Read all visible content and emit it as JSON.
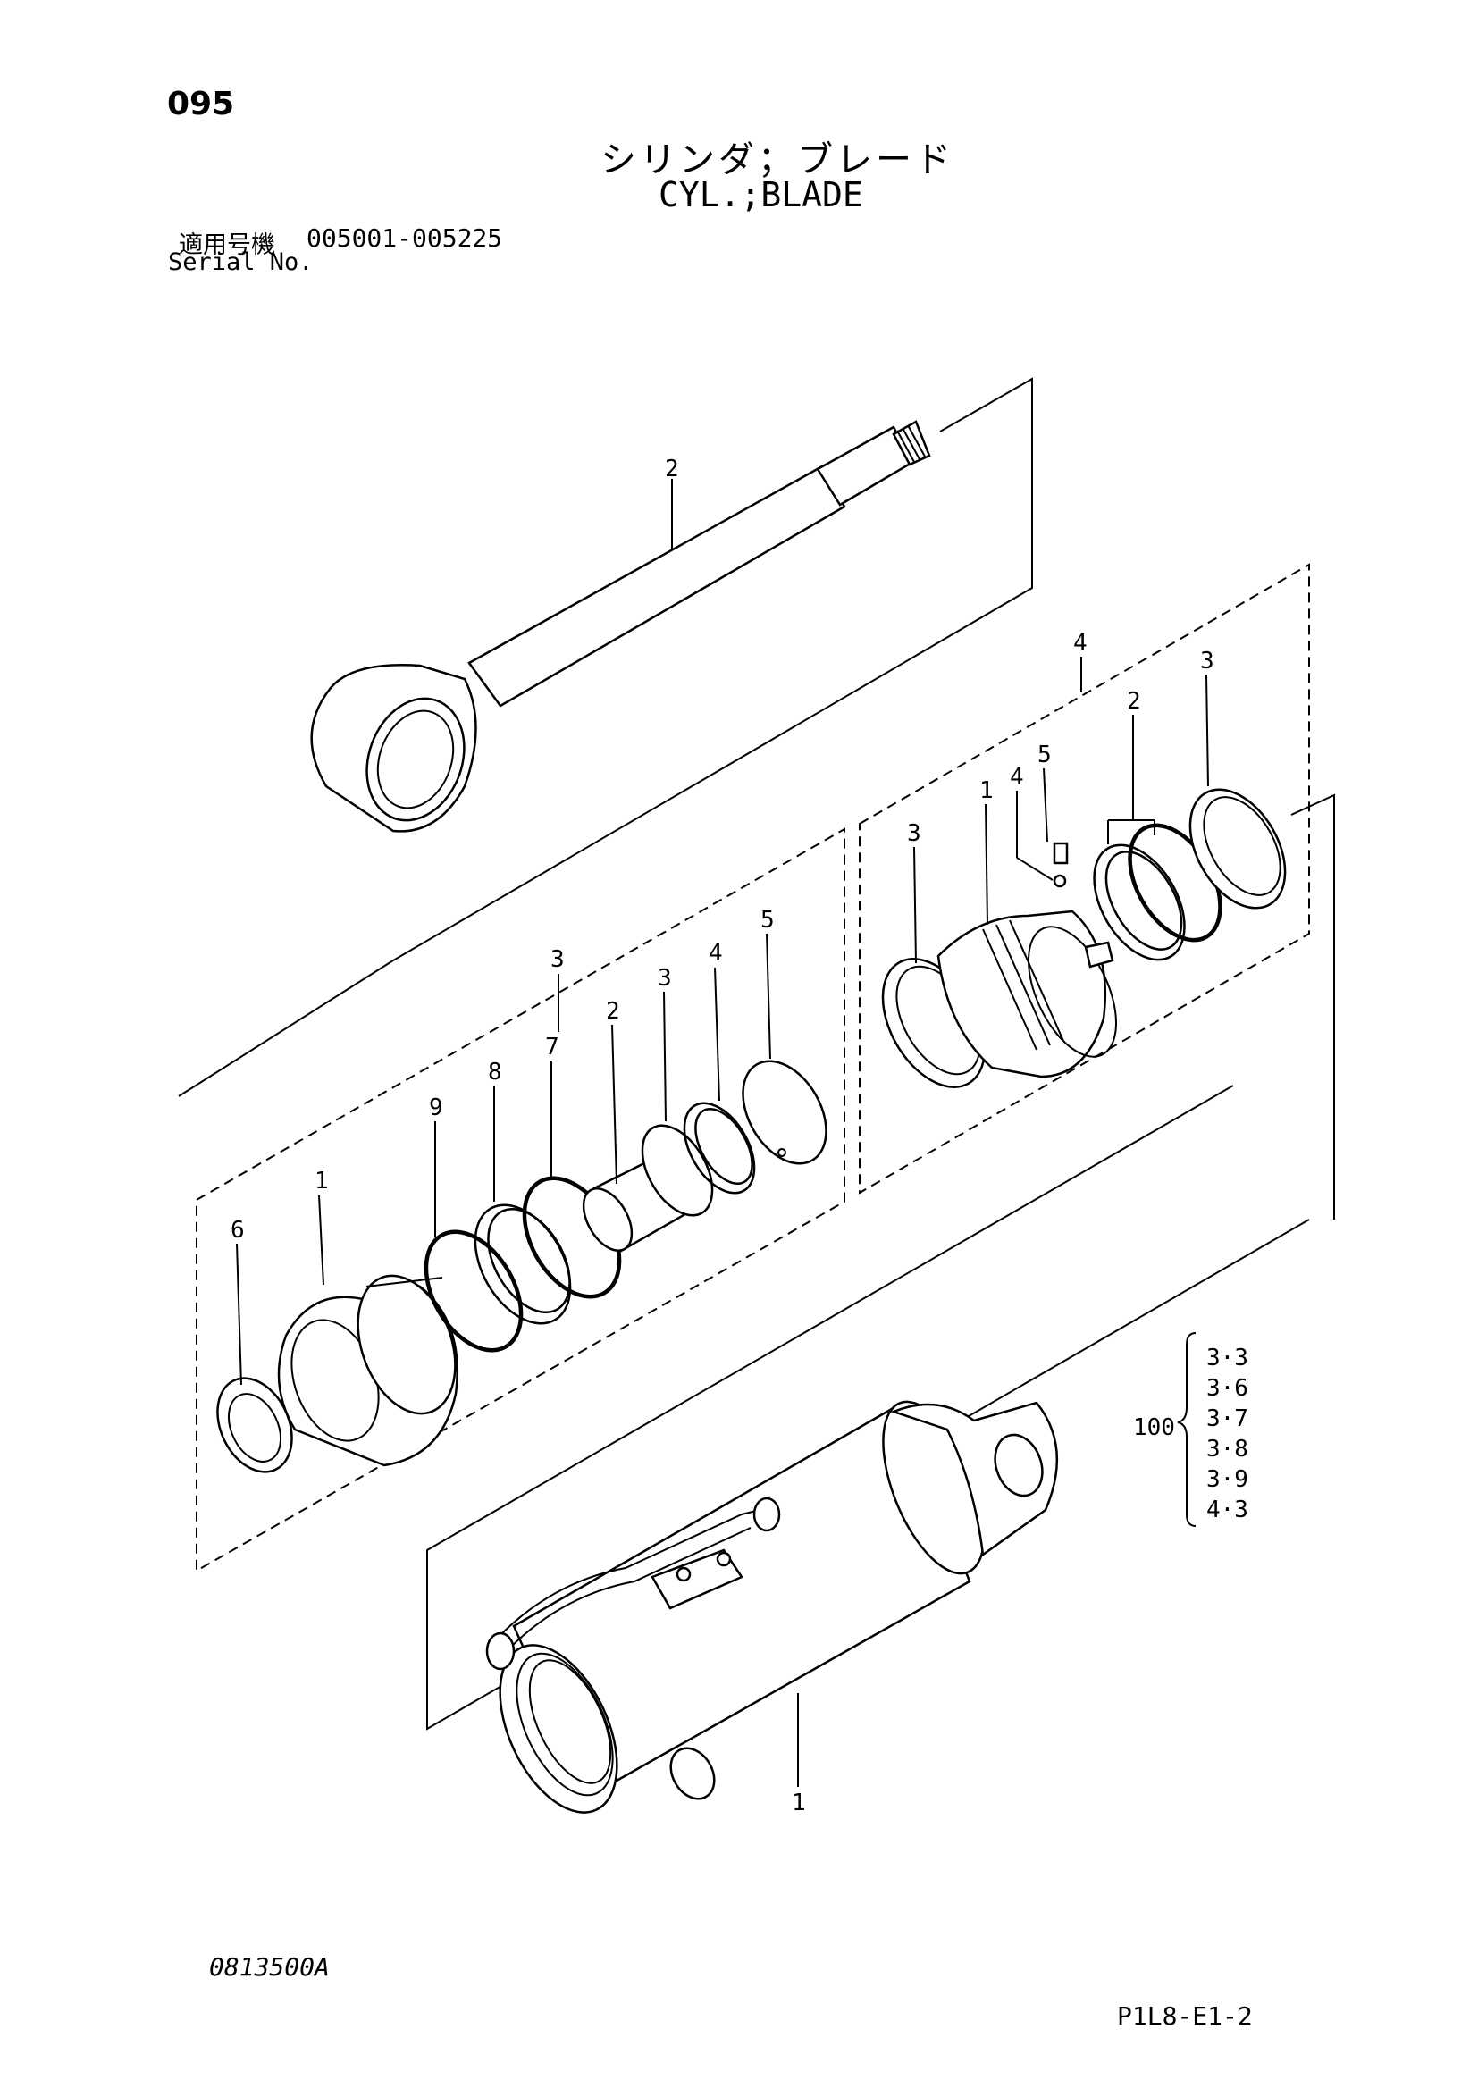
{
  "page_number": "095",
  "title_jp": "シリンダ；ブレード",
  "title_en": "CYL.;BLADE",
  "serial": {
    "label_jp": "適用号機",
    "range": "005001-005225",
    "label_en": "Serial No."
  },
  "drawing_number": "0813500A",
  "sheet_code": "P1L8-E1-2",
  "callouts": {
    "rod": "2",
    "rod_kit": "3",
    "rod_kit_items": [
      "1",
      "2",
      "3",
      "4",
      "5",
      "6",
      "7",
      "8",
      "9"
    ],
    "piston_kit": "4",
    "piston_kit_items": [
      "1",
      "2",
      "3",
      "3",
      "4",
      "5"
    ],
    "cylinder_tube": "1"
  },
  "kit_group": {
    "label": "100",
    "items": [
      "3·3",
      "3·6",
      "3·7",
      "3·8",
      "3·9",
      "4·3"
    ]
  }
}
